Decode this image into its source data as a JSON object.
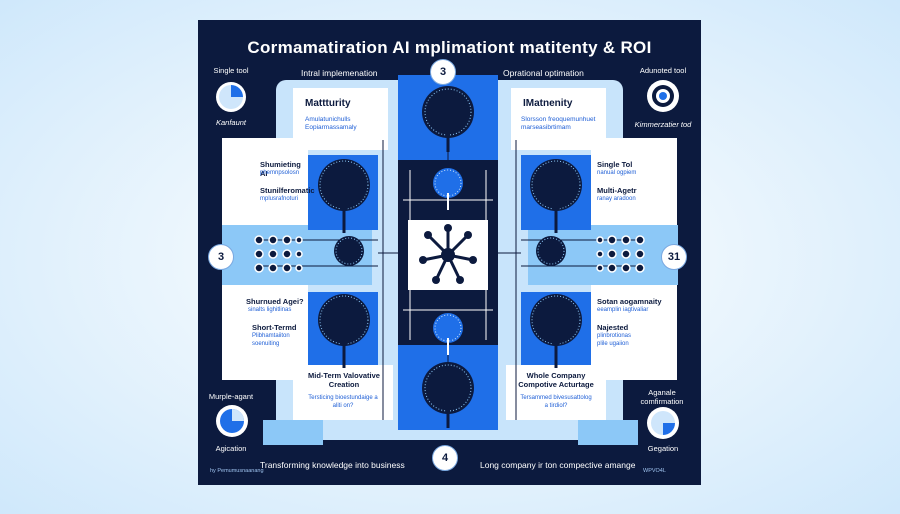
{
  "title": "Cormamatiration AI mplimationt matitenty & ROI",
  "headers": {
    "left": "Intral implemenation",
    "right": "Oprational optimation"
  },
  "numbers": {
    "top": "3",
    "left": "3",
    "right": "31",
    "bottom": "4"
  },
  "corners": {
    "top_left": {
      "label": "Single tool",
      "sublabel": "Kanfaunt"
    },
    "top_right": {
      "label": "Adunoted tool",
      "sublabel": "Kimmerzatier tod"
    },
    "bottom_left": {
      "label": "Murple-agant",
      "sublabel": "Agication"
    },
    "bottom_right": {
      "label": "Aganale comfirmation",
      "sublabel": "Gegation"
    }
  },
  "cards": {
    "left": {
      "title": "Mattturity",
      "lines": [
        "Amulatunichulls",
        "Eopiarmassamaly"
      ]
    },
    "right": {
      "title": "IMatnenity",
      "lines": [
        "Slorsson freoquemunhuet",
        "marseasibrtimam"
      ]
    }
  },
  "side_labels": {
    "left_top": [
      {
        "title": "Shumieting AI",
        "sub": "phemnpsolosn"
      },
      {
        "title": "Stunilferomatic",
        "sub": "mplusrafnoturi"
      }
    ],
    "left_bottom": [
      {
        "title": "Shurnued Agei?",
        "sub": "sinalts lighitlinas"
      },
      {
        "title": "Short-Termd",
        "sub": "Plibhamtaiiton\nsoenuiting"
      }
    ],
    "right_top": [
      {
        "title": "Single Tol",
        "sub": "nanual ogpiem"
      },
      {
        "title": "Multi-Agetr",
        "sub": "ranay aradoon"
      }
    ],
    "right_bottom": [
      {
        "title": "Sotan aogamnaity",
        "sub": "eeamplin iagtivaliar"
      },
      {
        "title": "Najested",
        "sub": "plinbrotionas\nplile ugaiion"
      }
    ]
  },
  "bottom_cards": {
    "left": {
      "title": "Mid-Term Valovative Creation",
      "sub": "Tersticing bioestundaige a aliti on?"
    },
    "right": {
      "title": "Whole Company Compotive Acturtage",
      "sub": "Tersammed bivesusattolog a tirdiol?"
    }
  },
  "footer": {
    "left": "Transforming knowledge into business",
    "right": "Long company ir ton compective amange",
    "tiny_left": "hy Pemumusnaanang",
    "tiny_right": "WPVO4L"
  },
  "colors": {
    "navy": "#0c1a3e",
    "blue": "#1f6fe8",
    "sky": "#8cc8f7",
    "pale": "#c8e4fb",
    "white": "#ffffff"
  }
}
